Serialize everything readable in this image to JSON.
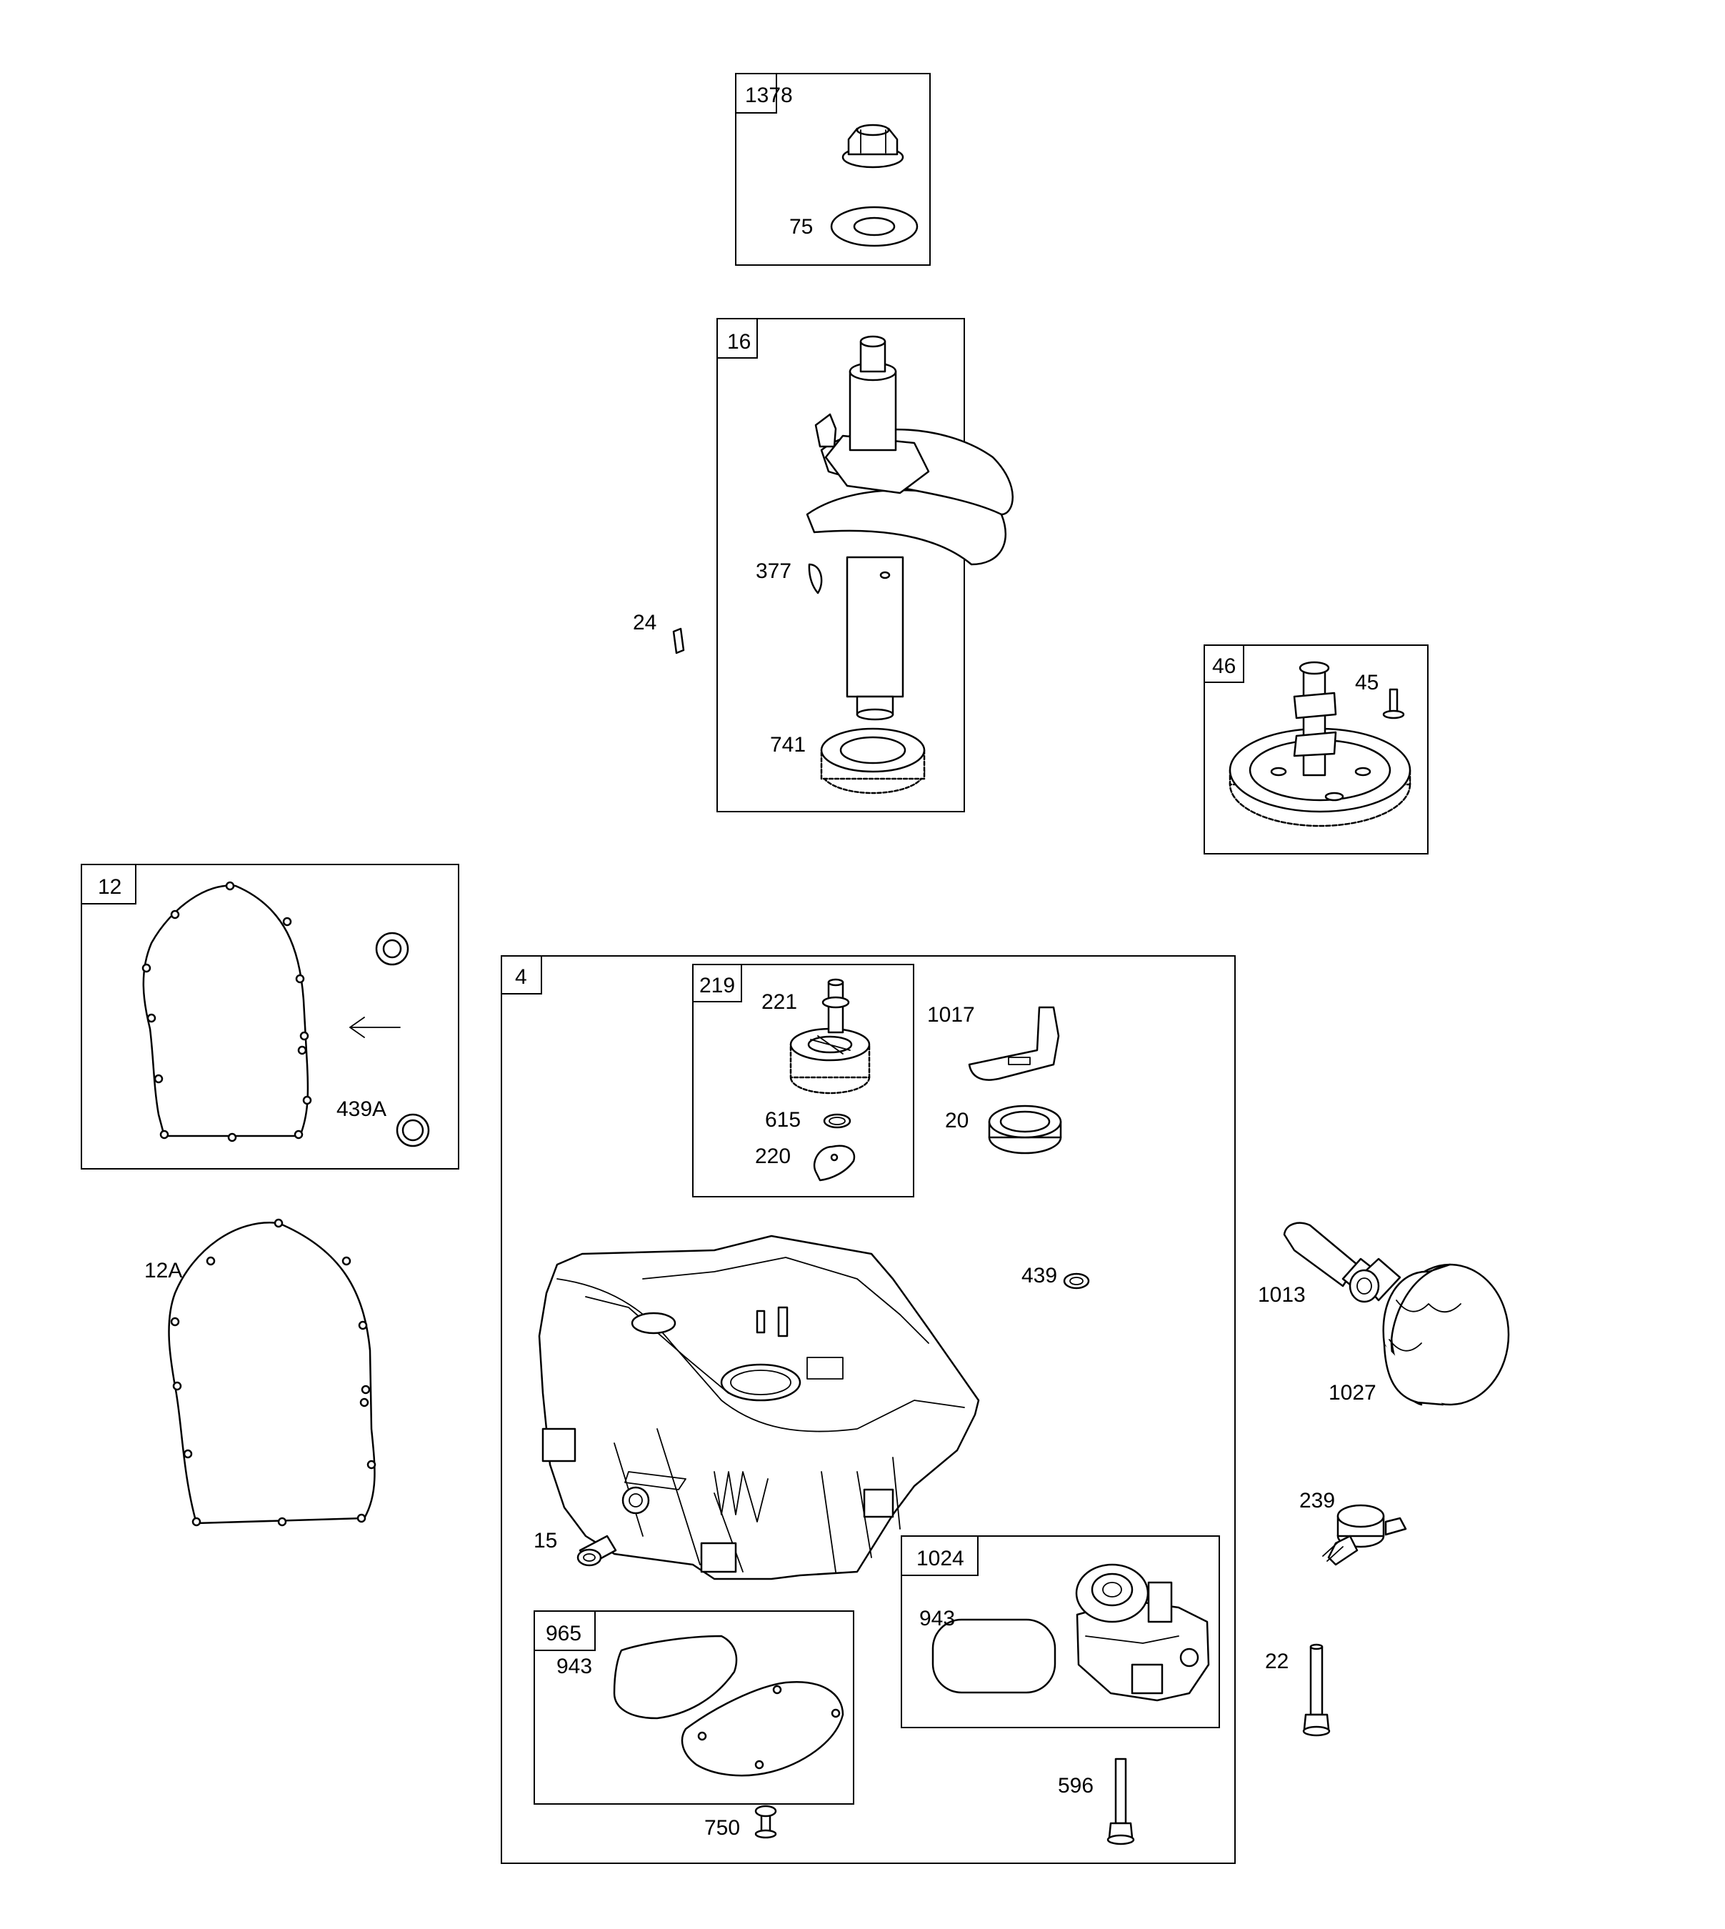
{
  "callouts": {
    "c1378": "1378",
    "c75": "75",
    "c16": "16",
    "c377": "377",
    "c24": "24",
    "c741": "741",
    "c46": "46",
    "c45": "45",
    "c12": "12",
    "c439A": "439A",
    "c12A": "12A",
    "c4": "4",
    "c219": "219",
    "c221": "221",
    "c1017": "1017",
    "c615": "615",
    "c20": "20",
    "c220": "220",
    "c439": "439",
    "c1013": "1013",
    "c1027": "1027",
    "c239": "239",
    "c15": "15",
    "c1024": "1024",
    "c943a": "943",
    "c965": "965",
    "c943b": "943",
    "c22": "22",
    "c596": "596",
    "c750": "750"
  }
}
